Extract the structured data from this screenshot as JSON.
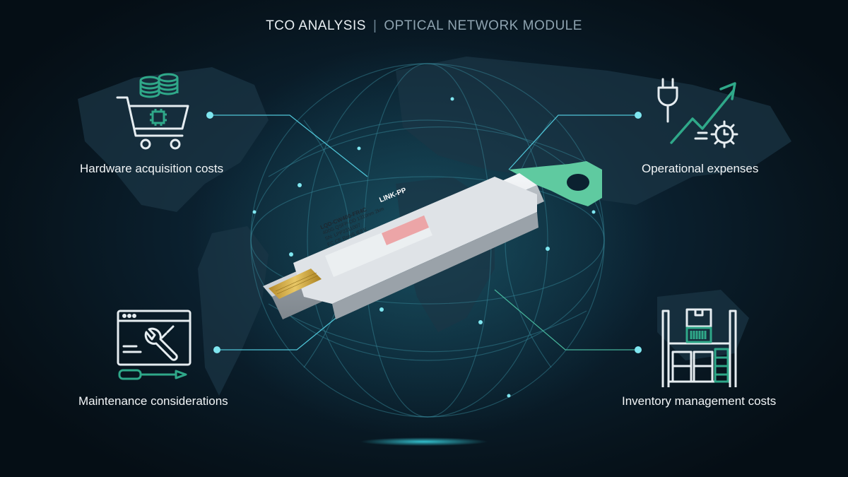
{
  "header": {
    "title": "TCO ANALYSIS",
    "separator": "|",
    "subtitle": "OPTICAL NETWORK MODULE"
  },
  "items": [
    {
      "label": "Hardware acquisition costs",
      "icon": "shopping-cart-coins-icon"
    },
    {
      "label": "Operational expenses",
      "icon": "plug-growth-gear-icon"
    },
    {
      "label": "Maintenance considerations",
      "icon": "window-wrench-screwdriver-icon"
    },
    {
      "label": "Inventory management costs",
      "icon": "warehouse-shelf-boxes-icon"
    }
  ],
  "module": {
    "brand": "LINK-PP",
    "part_number": "LQD-CW400-FR4C",
    "spec_line_1": "400G QSFP-DD 1310nm 2km",
    "spec_line_2": "SN: LPP2311007",
    "spec_line_3": "FC CE RoHS IEEE"
  },
  "colors": {
    "background": "#07141d",
    "accent_line": "#4fc4d6",
    "icon_stroke": "#e6edf1",
    "icon_accent": "#2fa889",
    "label_red": "#e12b2f",
    "pull_tab": "#5fcaa0"
  }
}
